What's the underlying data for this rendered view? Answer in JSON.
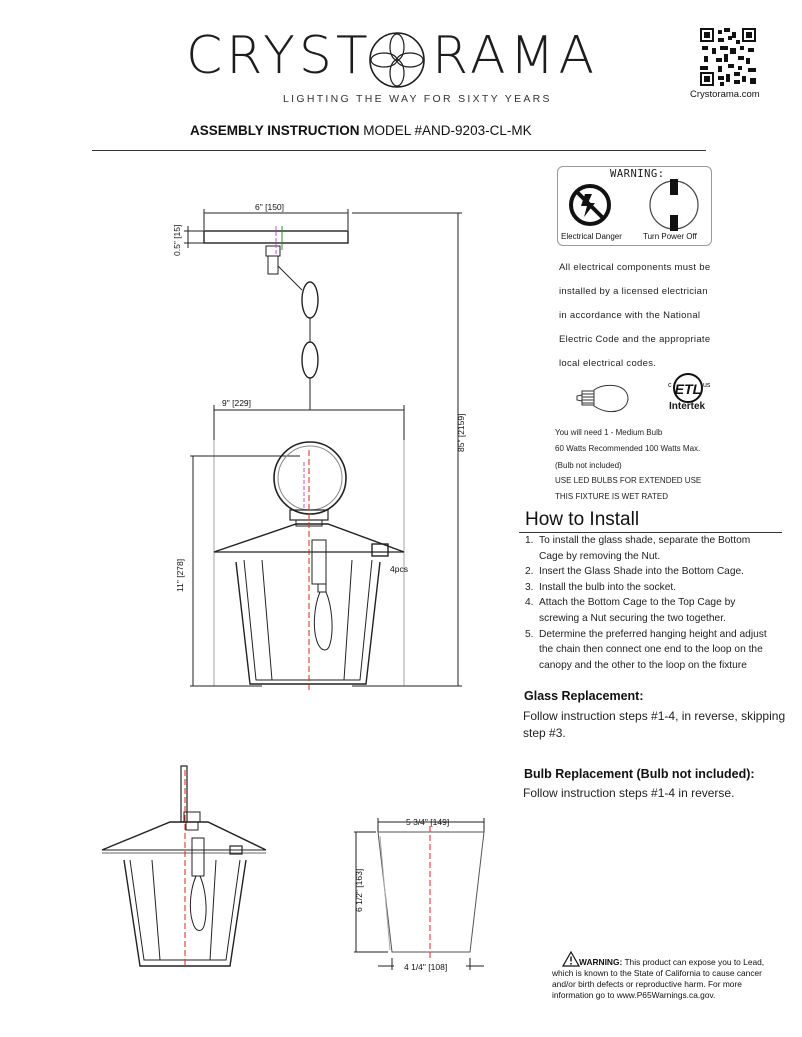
{
  "header": {
    "brand_left": "CRYST",
    "brand_right": "RAMA",
    "tagline": "LIGHTING THE WAY FOR SIXTY YEARS",
    "qr_caption": "Crystorama.com",
    "title_bold": "ASSEMBLY INSTRUCTION",
    "title_model": " MODEL #AND-9203-CL-MK"
  },
  "warning_panel": {
    "title": "WARNING:",
    "label_left": "Electrical Danger",
    "label_right": "Turn Power Off",
    "lines": [
      "All electrical components must be",
      "installed by a licensed electrician",
      "in accordance with the National",
      "Electric Code and the appropriate",
      "local electrical codes."
    ],
    "cert_c": "c",
    "cert_us": "us",
    "cert_mark": "ETL",
    "cert_name": "Intertek",
    "bulb_lines": [
      "You will need 1 - Medium Bulb",
      "60 Watts Recommended 100 Watts Max.",
      "(Bulb not included)",
      "USE LED BULBS FOR EXTENDED USE",
      "THIS FIXTURE IS WET RATED"
    ]
  },
  "install": {
    "title": "How to Install",
    "steps": [
      {
        "num": "1.",
        "text": "To install the glass shade, separate the Bottom Cage by removing the Nut."
      },
      {
        "num": "2.",
        "text": "Insert the Glass Shade into the Bottom Cage."
      },
      {
        "num": "3.",
        "text": "Install the bulb into the socket."
      },
      {
        "num": "4.",
        "text": "Attach the Bottom Cage to the Top Cage by screwing a Nut securing the two together."
      },
      {
        "num": "5.",
        "text": "Determine the preferred hanging height and adjust the chain then connect one end to the loop on the canopy and the other to the loop on the fixture"
      }
    ],
    "glass_head": "Glass Replacement:",
    "glass_body": "Follow instruction steps #1-4, in reverse, skipping step #3.",
    "bulb_head": "Bulb Replacement (Bulb not included):",
    "bulb_body": "Follow instruction steps #1-4 in reverse."
  },
  "dimensions": {
    "canopy_width": "6\" [150]",
    "canopy_height": "0.5\" [15]",
    "fixture_width": "9\" [229]",
    "overall_height": "85\" [2159]",
    "fixture_height": "11\" [278]",
    "nut_count": "4pcs",
    "shade_top": "5 3/4\" [149]",
    "shade_height": "6 1/2\" [163]",
    "shade_bottom": "4 1/4\" [108]"
  },
  "prop65": {
    "bold": "WARNING:",
    "text": " This product can expose you to Lead, which is known to the State of California to cause cancer and/or birth defects or reproductive harm. For more information go to www.P65Warnings.ca.gov."
  },
  "colors": {
    "ink": "#1a1a1a",
    "centerline": "#d9262b",
    "magenta": "#c44fd6",
    "green": "#3a8a3a"
  }
}
